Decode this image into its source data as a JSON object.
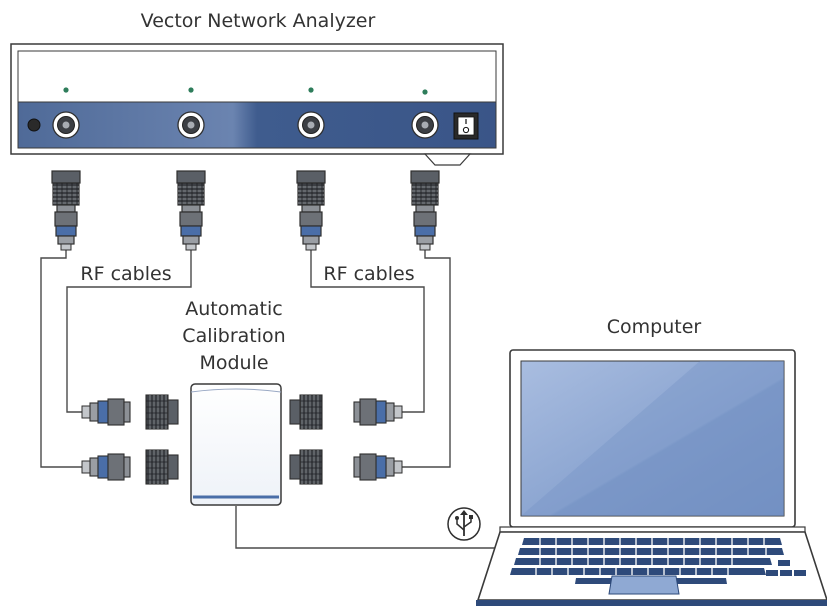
{
  "labels": {
    "vna": "Vector Network Analyzer",
    "rf_cables_left": "RF cables",
    "rf_cables_right": "RF cables",
    "acm_line1": "Automatic",
    "acm_line2": "Calibration",
    "acm_line3": "Module",
    "computer": "Computer"
  },
  "icons": {
    "usb": "usb-icon",
    "power_switch": "power-switch-icon"
  },
  "colors": {
    "outline": "#3a3a3a",
    "vna_panel": "#3e5a8a",
    "connector_blue": "#4a6ea8",
    "led": "#2e7d5b",
    "screen": "#8fa9d3",
    "laptop_base": "#2e4a7a"
  }
}
